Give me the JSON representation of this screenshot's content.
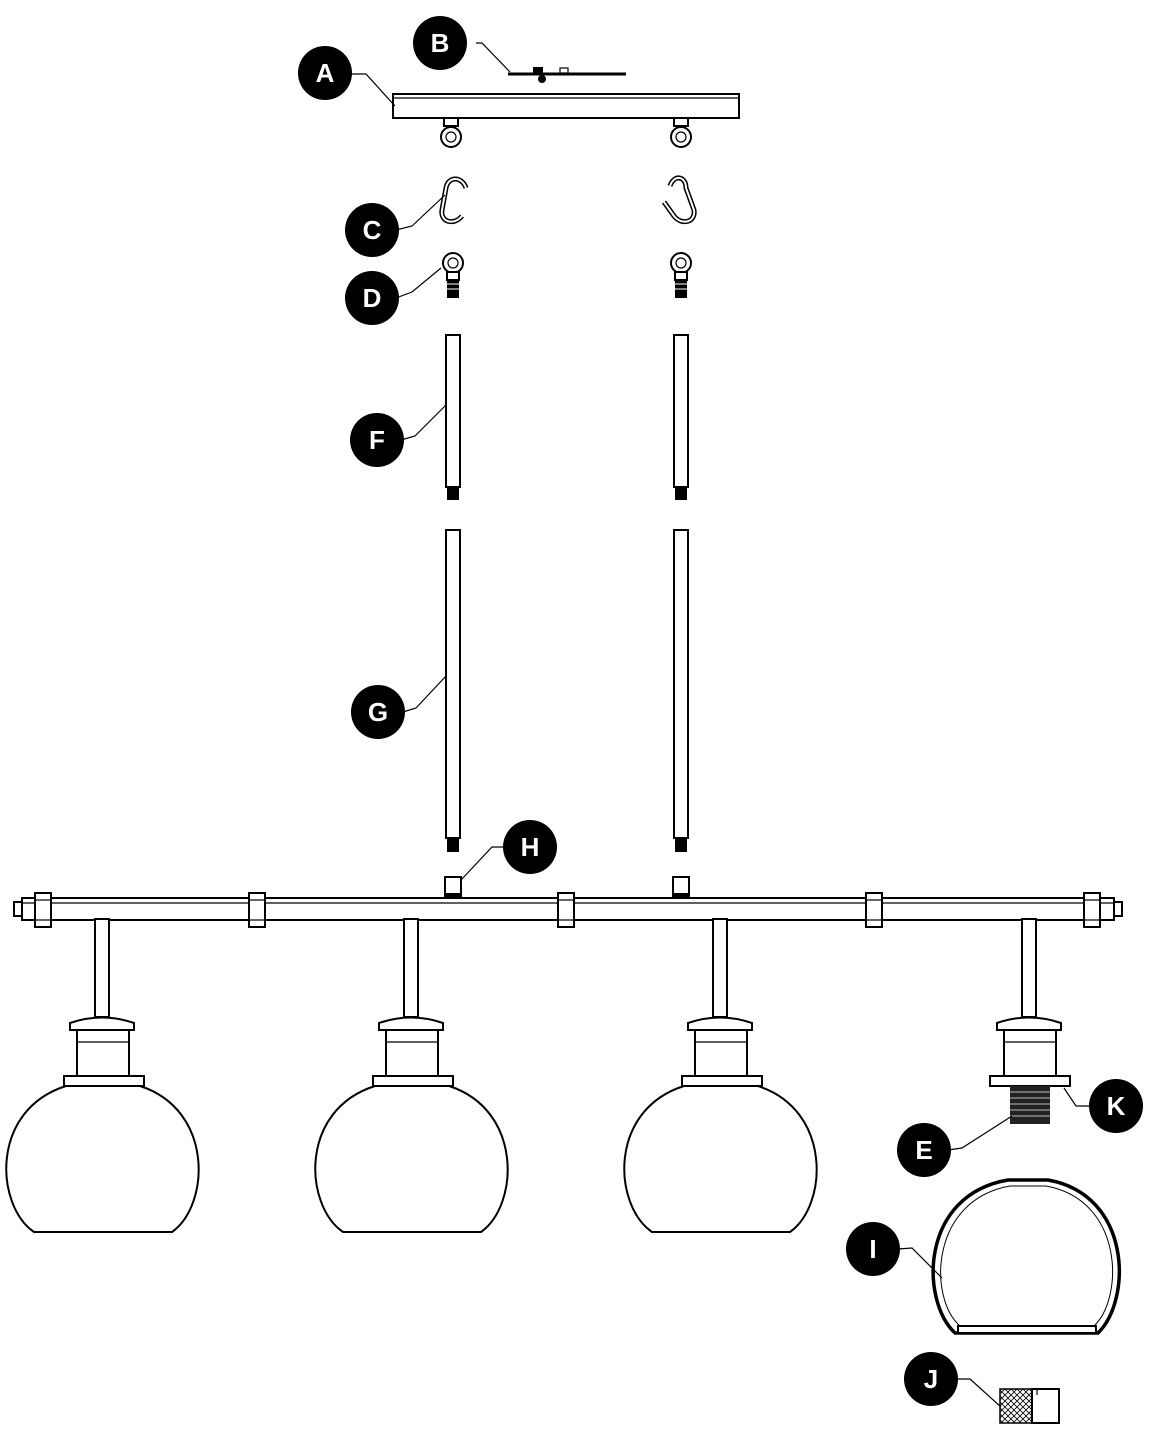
{
  "callouts": [
    {
      "id": "A",
      "label": "A"
    },
    {
      "id": "B",
      "label": "B"
    },
    {
      "id": "C",
      "label": "C"
    },
    {
      "id": "D",
      "label": "D"
    },
    {
      "id": "F",
      "label": "F"
    },
    {
      "id": "G",
      "label": "G"
    },
    {
      "id": "H",
      "label": "H"
    },
    {
      "id": "K",
      "label": "K"
    },
    {
      "id": "E",
      "label": "E"
    },
    {
      "id": "I",
      "label": "I"
    },
    {
      "id": "J",
      "label": "J"
    }
  ]
}
